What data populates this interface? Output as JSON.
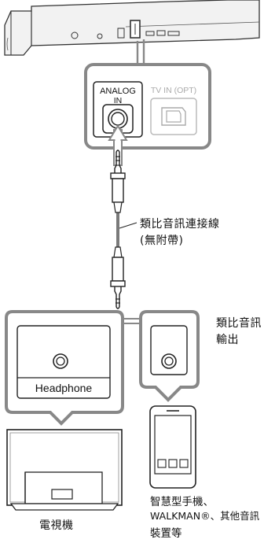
{
  "soundbar": {
    "analog_in_label_line1": "ANALOG",
    "analog_in_label_line2": "IN",
    "tv_in_label": "TV IN (OPT)"
  },
  "cable": {
    "label_line1": "類比音訊連接線",
    "label_line2": "(無附帶)"
  },
  "tv": {
    "jack_label": "Headphone",
    "caption": "電視機"
  },
  "device": {
    "output_label_line1": "類比音訊",
    "output_label_line2": "輸出",
    "caption_line1": "智慧型手機、",
    "caption_line2": "WALKMAN®、其他音訊",
    "caption_line3": "裝置等"
  },
  "colors": {
    "line": "#333333",
    "gray_connector": "#888888",
    "dim_text": "#aaaaaa",
    "soundbar_fill": "#f2f2f2"
  }
}
